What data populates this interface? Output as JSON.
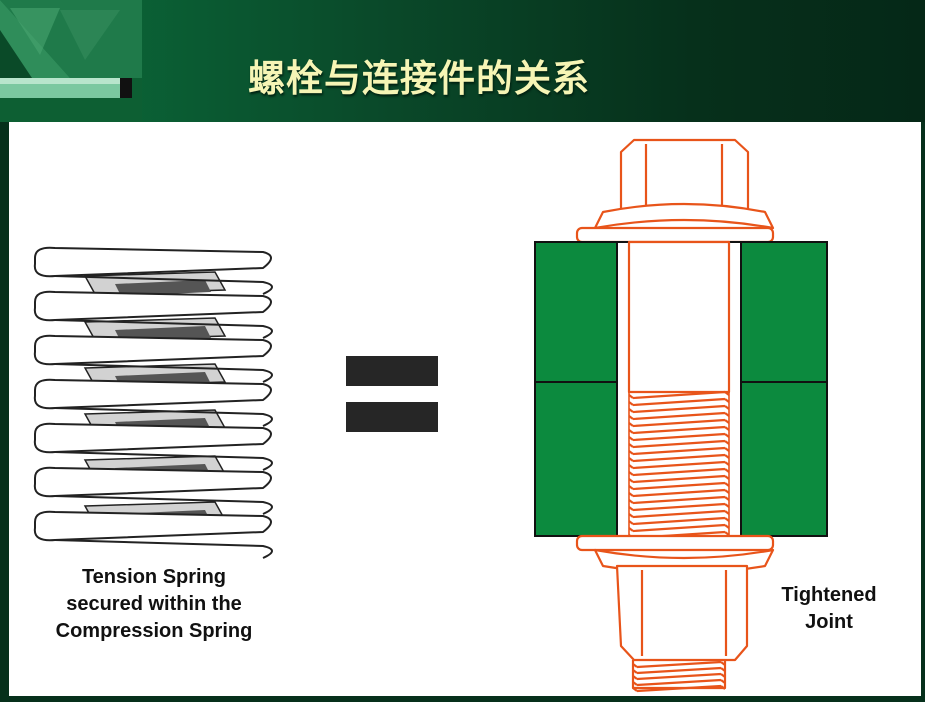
{
  "slide": {
    "title": "螺栓与连接件的关系"
  },
  "spring": {
    "caption_lines": [
      "Tension Spring",
      "secured within the",
      "Compression Spring"
    ]
  },
  "equals_symbol": "=",
  "joint": {
    "caption_lines": [
      "Tightened",
      "Joint"
    ]
  },
  "colors": {
    "header_bg": "#0a4a2a",
    "title_text": "#f6f5b5",
    "bolt_outline": "#e8541a",
    "clamped_plate": "#0c8a3e",
    "spring_band_light": "#d2d2d2",
    "spring_band_dark": "#555555"
  }
}
